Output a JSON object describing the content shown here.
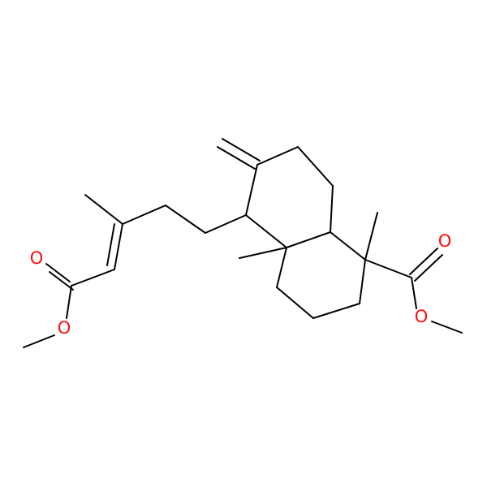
{
  "molecule": {
    "atoms": [
      {
        "id": "O1",
        "label": "O",
        "color": "#ff0d0d"
      },
      {
        "id": "O2",
        "label": "O",
        "color": "#ff0d0d"
      },
      {
        "id": "O3",
        "label": "O",
        "color": "#ff0d0d"
      },
      {
        "id": "O4",
        "label": "O",
        "color": "#ff0d0d"
      }
    ],
    "bond_color": "#000000"
  }
}
